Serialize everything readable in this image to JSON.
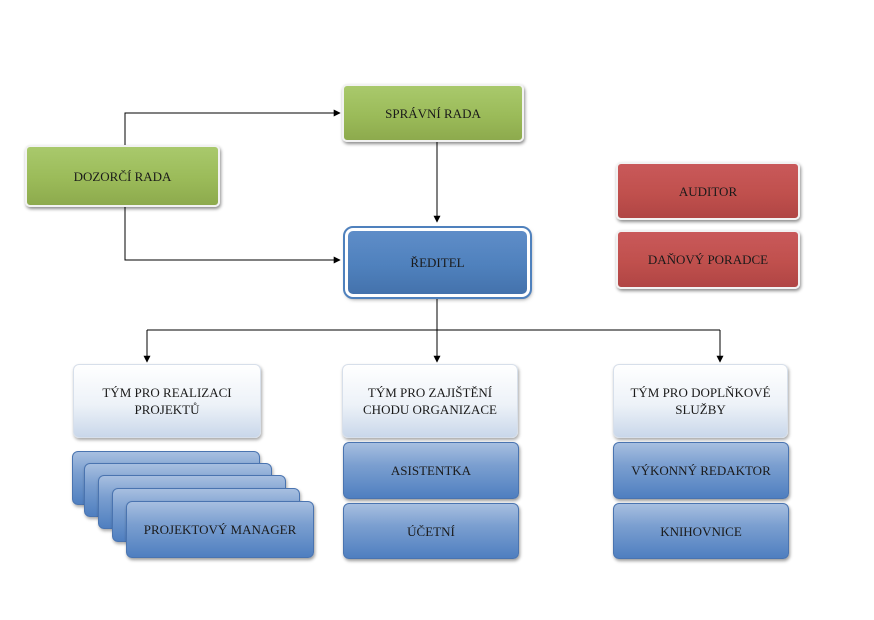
{
  "board": {
    "supervisory": "DOZORČÍ RADA",
    "administrative": "SPRÁVNÍ RADA",
    "director": "ŘEDITEL"
  },
  "external": {
    "auditor": "AUDITOR",
    "tax_advisor": "DAŇOVÝ PORADCE"
  },
  "teams": [
    {
      "name": "TÝM PRO REALIZACI PROJEKTŮ",
      "units": [
        "PROJEKTOVÝ MANAGER"
      ]
    },
    {
      "name": "TÝM PRO ZAJIŠTĚNÍ CHODU ORGANIZACE",
      "units": [
        "ASISTENTKA",
        "ÚČETNÍ"
      ]
    },
    {
      "name": "TÝM PRO DOPLŇKOVÉ SLUŽBY",
      "units": [
        "VÝKONNÝ REDAKTOR",
        "KNIHOVNICE"
      ]
    }
  ],
  "colors": {
    "green": "#9bbb59",
    "red": "#c0504d",
    "blue": "#4f81bd",
    "connector": "#000000"
  }
}
